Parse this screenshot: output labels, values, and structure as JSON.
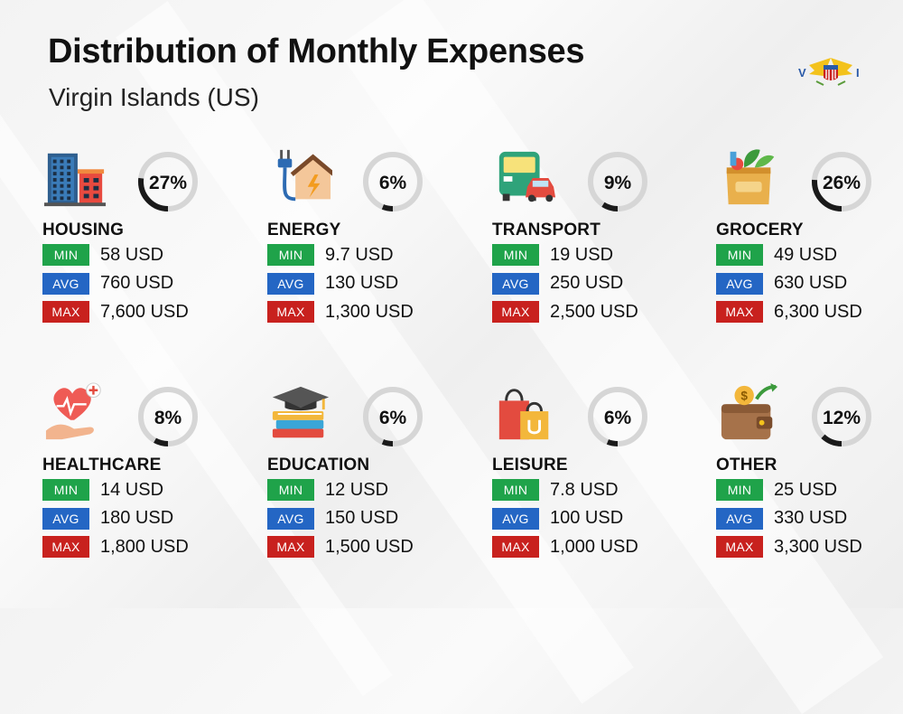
{
  "header": {
    "title": "Distribution of Monthly Expenses",
    "subtitle": "Virgin Islands (US)"
  },
  "colors": {
    "min": "#1fa34a",
    "avg": "#2466c4",
    "max": "#c8211e",
    "ring_track": "#d6d6d6",
    "ring_fill": "#1a1a1a"
  },
  "badge_labels": {
    "min": "MIN",
    "avg": "AVG",
    "max": "MAX"
  },
  "chart_data": {
    "type": "table",
    "title": "Distribution of Monthly Expenses",
    "subtitle": "Virgin Islands (US)",
    "categories": [
      {
        "name": "HOUSING",
        "share_percent": 27,
        "share_label": "27%",
        "icon": "buildings-icon",
        "min": "58 USD",
        "avg": "760 USD",
        "max": "7,600 USD"
      },
      {
        "name": "ENERGY",
        "share_percent": 6,
        "share_label": "6%",
        "icon": "house-plug-energy-icon",
        "min": "9.7 USD",
        "avg": "130 USD",
        "max": "1,300 USD"
      },
      {
        "name": "TRANSPORT",
        "share_percent": 9,
        "share_label": "9%",
        "icon": "bus-car-icon",
        "min": "19 USD",
        "avg": "250 USD",
        "max": "2,500 USD"
      },
      {
        "name": "GROCERY",
        "share_percent": 26,
        "share_label": "26%",
        "icon": "grocery-bag-icon",
        "min": "49 USD",
        "avg": "630 USD",
        "max": "6,300 USD"
      },
      {
        "name": "HEALTHCARE",
        "share_percent": 8,
        "share_label": "8%",
        "icon": "heart-hand-icon",
        "min": "14 USD",
        "avg": "180 USD",
        "max": "1,800 USD"
      },
      {
        "name": "EDUCATION",
        "share_percent": 6,
        "share_label": "6%",
        "icon": "graduation-books-icon",
        "min": "12 USD",
        "avg": "150 USD",
        "max": "1,500 USD"
      },
      {
        "name": "LEISURE",
        "share_percent": 6,
        "share_label": "6%",
        "icon": "shopping-bags-icon",
        "min": "7.8 USD",
        "avg": "100 USD",
        "max": "1,000 USD"
      },
      {
        "name": "OTHER",
        "share_percent": 12,
        "share_label": "12%",
        "icon": "wallet-coin-icon",
        "min": "25 USD",
        "avg": "330 USD",
        "max": "3,300 USD"
      }
    ]
  }
}
